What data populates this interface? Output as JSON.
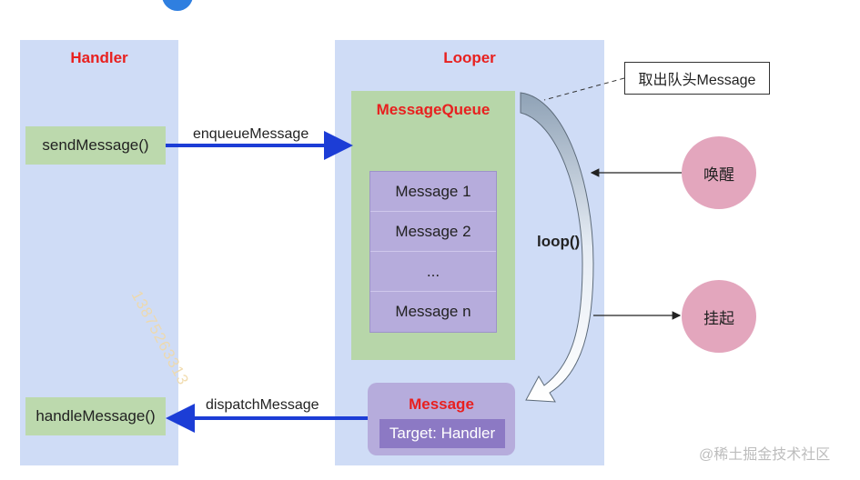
{
  "handler_panel": {
    "title": "Handler",
    "send_button": "sendMessage()",
    "handle_button": "handleMessage()"
  },
  "looper_panel": {
    "title": "Looper",
    "queue_title": "MessageQueue",
    "messages": [
      "Message 1",
      "Message 2",
      "...",
      "Message n"
    ],
    "message_box": {
      "title": "Message",
      "target": "Target: Handler"
    },
    "loop_label": "loop()"
  },
  "edges": {
    "enqueue": "enqueueMessage",
    "dispatch": "dispatchMessage"
  },
  "callout": "取出队头Message",
  "circles": {
    "wake": "唤醒",
    "suspend": "挂起"
  },
  "watermark": {
    "diagonal": "13875263313",
    "credit": "@稀土掘金技术社区"
  },
  "colors": {
    "panel_bg": "#cfdcf6",
    "title_red": "#e8201f",
    "green_box": "#bcd9ad",
    "purple": "#b6acdc",
    "target": "#8c79c4",
    "circle": "#e3a6bd",
    "arrow_blue": "#1c3dd6"
  }
}
